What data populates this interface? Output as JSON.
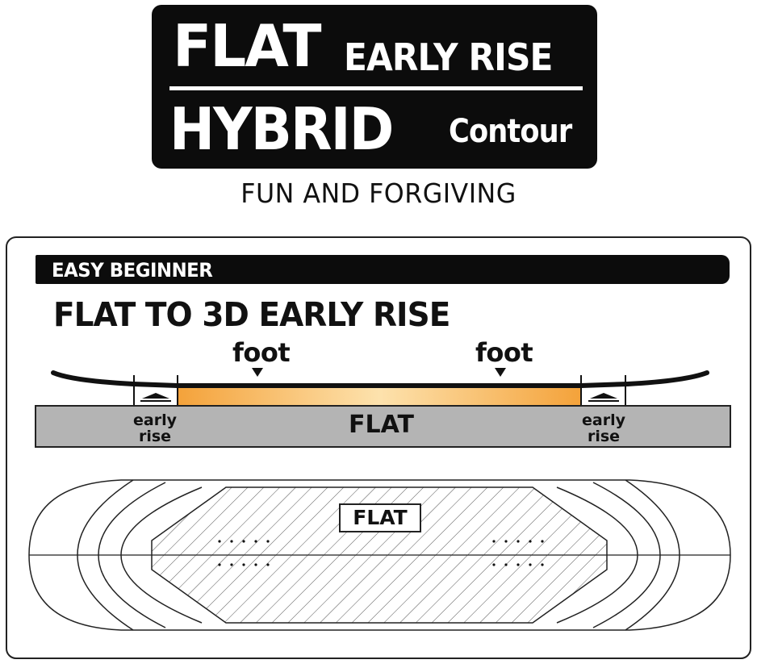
{
  "logo": {
    "line1_big": "FLAT",
    "line1_small": "EARLY RISE",
    "line2_big": "HYBRID",
    "line2_small": "Contour"
  },
  "subtitle": "FUN AND FORGIVING",
  "panel": {
    "level": "EASY BEGINNER",
    "profile_title": "FLAT TO 3D EARLY RISE",
    "foot_left": "foot",
    "foot_right": "foot",
    "flat_label": "FLAT",
    "early_left_1": "early",
    "early_left_2": "rise",
    "early_right_1": "early",
    "early_right_2": "rise",
    "board_label": "FLAT"
  },
  "colors": {
    "logo_bg": "#0c0c0c",
    "base_gray": "#b4b4b4",
    "flat_orange_edge": "#f4a23a",
    "flat_orange_center": "#fde2ad"
  }
}
